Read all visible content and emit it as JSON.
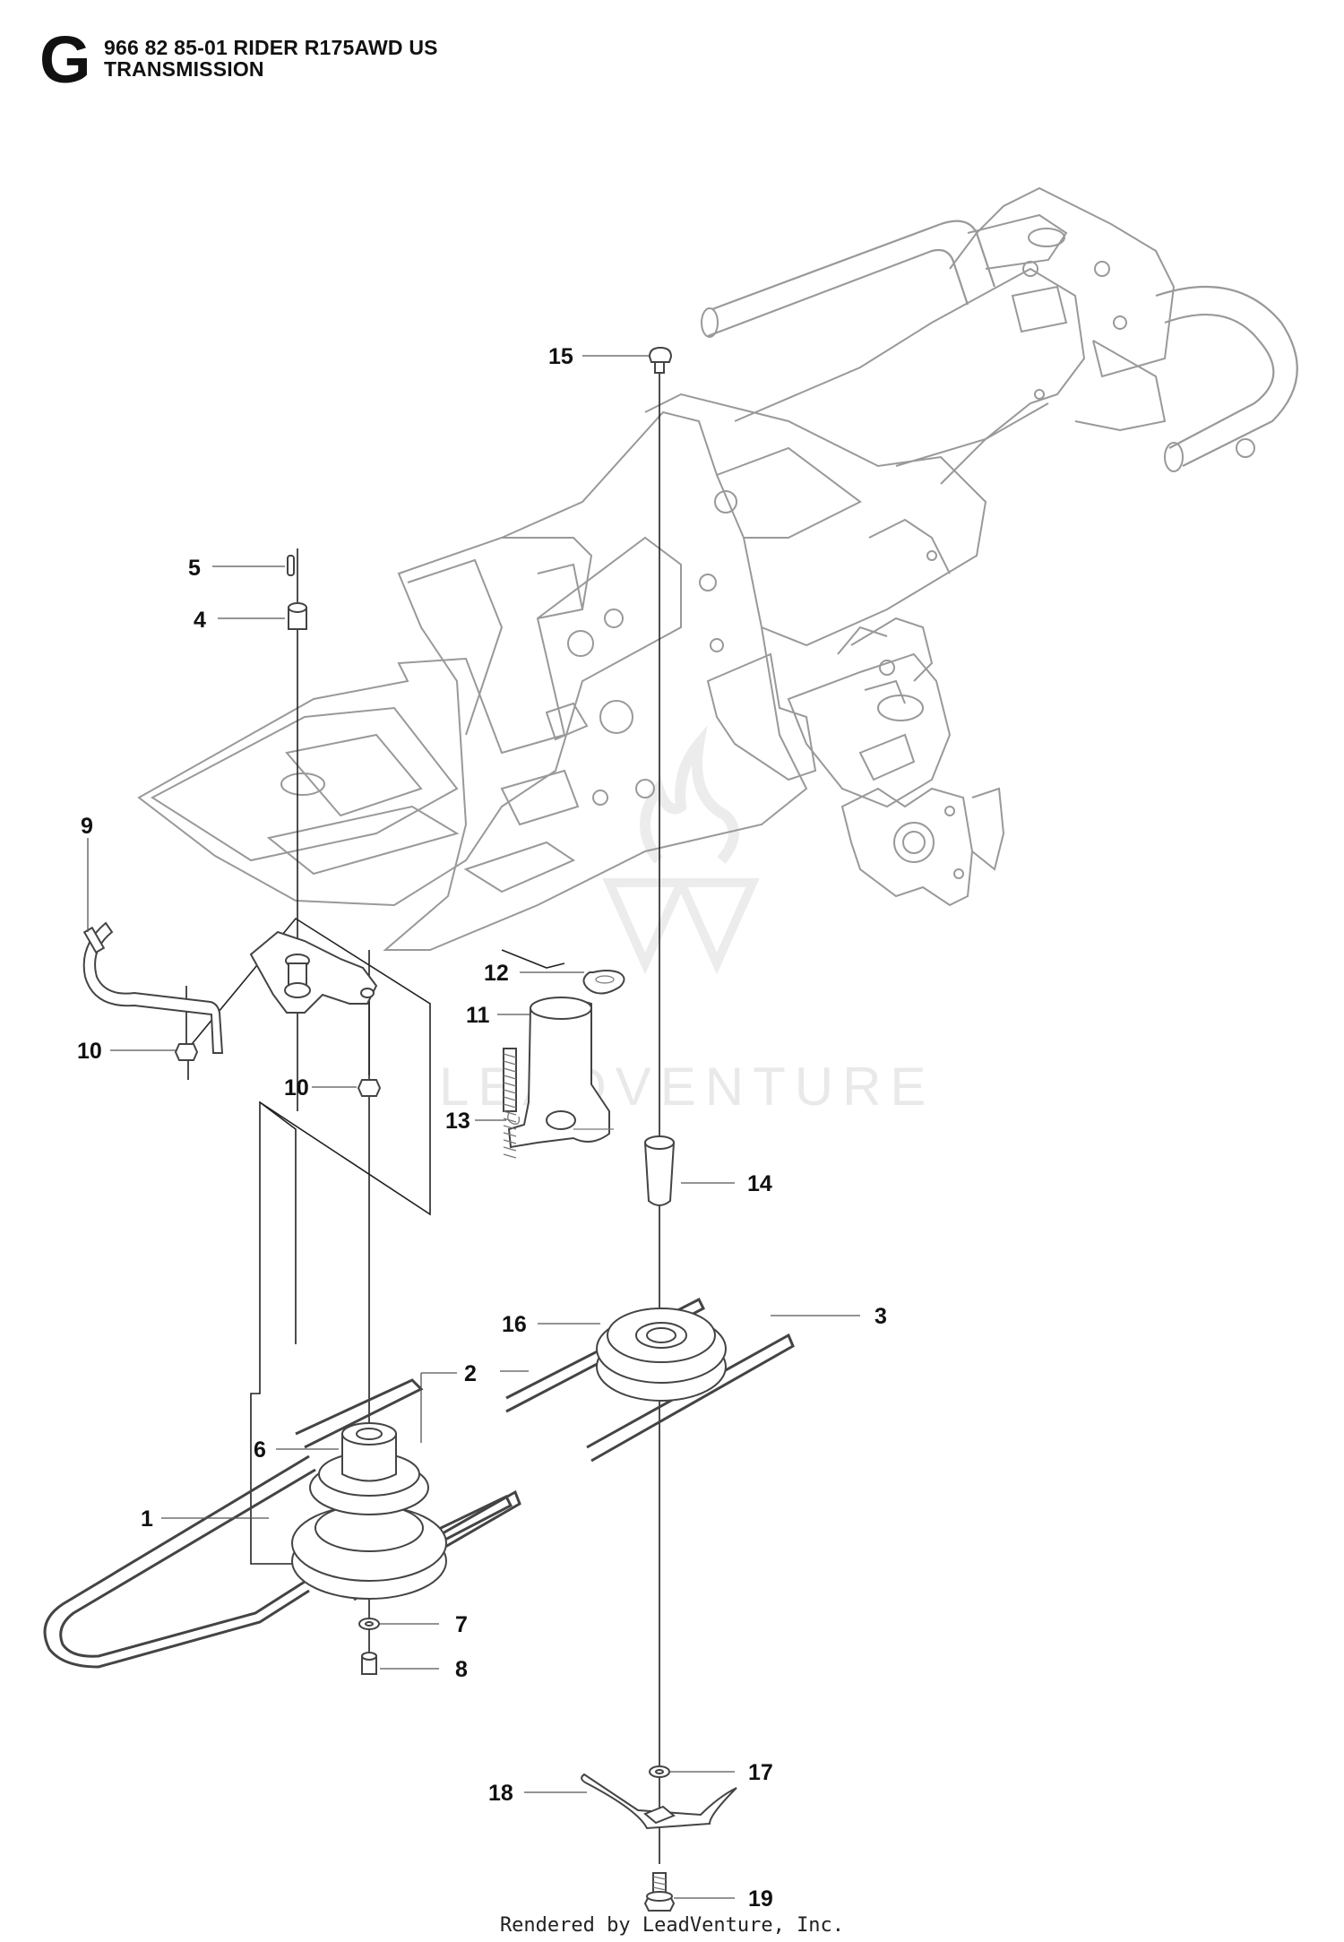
{
  "header": {
    "section_letter": "G",
    "model_line": "966 82 85-01 RIDER R175AWD US",
    "section_title": "TRANSMISSION"
  },
  "watermark": "LEADVENTURE",
  "footer": "Rendered by LeadVenture, Inc.",
  "callouts": {
    "c1": "1",
    "c2": "2",
    "c3": "3",
    "c4": "4",
    "c5": "5",
    "c6": "6",
    "c7": "7",
    "c8": "8",
    "c9": "9",
    "c10a": "10",
    "c10b": "10",
    "c11": "11",
    "c12": "12",
    "c13": "13",
    "c14": "14",
    "c15": "15",
    "c16": "16",
    "c17": "17",
    "c18": "18",
    "c19": "19"
  }
}
